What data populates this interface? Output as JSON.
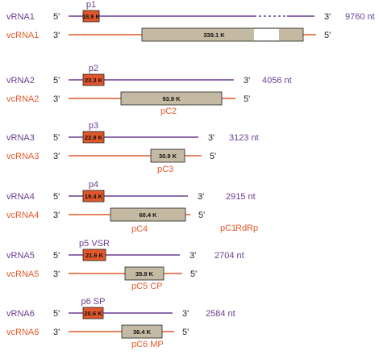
{
  "colors": {
    "vrna": "#6a3d8f",
    "vcrna": "#e2592a",
    "orf_top_fill": "#e0572b",
    "orf_bottom_fill": "#c4b9a3"
  },
  "end_labels": {
    "five": "5'",
    "three": "3'"
  },
  "rnas": [
    {
      "id": "1",
      "v_label": "vRNA1",
      "vc_label": "vcRNA1",
      "length": "9760 nt",
      "top_protein": "p1",
      "top_mass": "18.9 K",
      "bottom_mass": "339.1 K",
      "bottom_labels": [
        "pC1",
        "RdRp"
      ]
    },
    {
      "id": "2",
      "v_label": "vRNA2",
      "vc_label": "vcRNA2",
      "length": "4056 nt",
      "top_protein": "p2",
      "top_mass": "23.3 K",
      "bottom_mass": "93.9 K",
      "bottom_labels": [
        "pC2"
      ]
    },
    {
      "id": "3",
      "v_label": "vRNA3",
      "vc_label": "vcRNA3",
      "length": "3123 nt",
      "top_protein": "p3",
      "top_mass": "22.9 K",
      "bottom_mass": "30.9 K",
      "bottom_labels": [
        "pC3"
      ]
    },
    {
      "id": "4",
      "v_label": "vRNA4",
      "vc_label": "vcRNA4",
      "length": "2915 nt",
      "top_protein": "p4",
      "top_mass": "19.4 K",
      "bottom_mass": "60.4 K",
      "bottom_labels": [
        "pC4"
      ]
    },
    {
      "id": "5",
      "v_label": "vRNA5",
      "vc_label": "vcRNA5",
      "length": "2704 nt",
      "top_protein": "p5 VSR",
      "top_mass": "21.6 K",
      "bottom_mass": "35.9 K",
      "bottom_labels": [
        "pC5 CP"
      ]
    },
    {
      "id": "6",
      "v_label": "vRNA6",
      "vc_label": "vcRNA6",
      "length": "2584 nt",
      "top_protein": "p6 SP",
      "top_mass": "20.6 K",
      "bottom_mass": "36.4 K",
      "bottom_labels": [
        "pC6 MP"
      ]
    }
  ]
}
